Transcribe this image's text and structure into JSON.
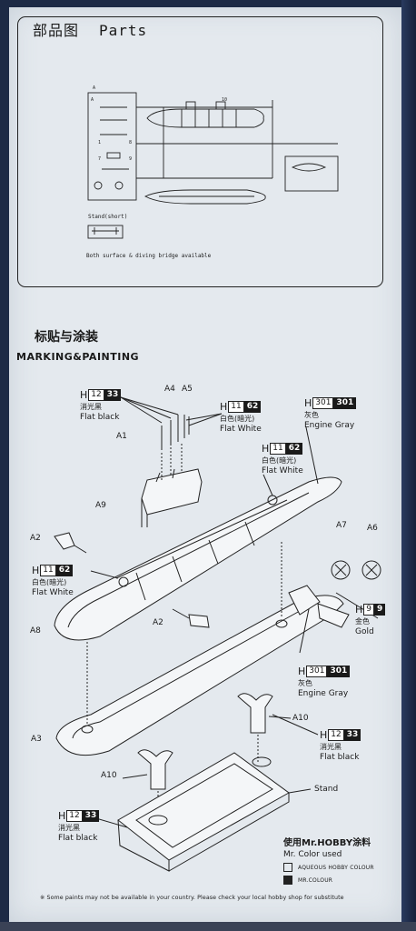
{
  "parts": {
    "title_cn": "部品图",
    "title_en": "Parts",
    "stand_label": "Stand(short)",
    "note": "Both surface & diving bridge available"
  },
  "marking": {
    "title_cn": "标贴与涂装",
    "title_en": "MARKING&PAINTING"
  },
  "part_labels": {
    "a1": "A1",
    "a2_top": "A2",
    "a2_bottom": "A2",
    "a3": "A3",
    "a4": "A4",
    "a5": "A5",
    "a6": "A6",
    "a7": "A7",
    "a8": "A8",
    "a9": "A9",
    "a10_right": "A10",
    "a10_left": "A10",
    "stand": "Stand"
  },
  "callouts": {
    "flat_black_top": {
      "h": "H",
      "n1": "12",
      "n2": "33",
      "cn": "消光黑",
      "en": "Flat black"
    },
    "flat_white_top": {
      "h": "H",
      "n1": "11",
      "n2": "62",
      "cn": "白色(暗光)",
      "en": "Flat White"
    },
    "engine_gray_top": {
      "h": "H",
      "n1": "301",
      "n2": "301",
      "cn": "灰色",
      "en": "Engine Gray"
    },
    "flat_white_mid": {
      "h": "H",
      "n1": "11",
      "n2": "62",
      "cn": "白色(暗光)",
      "en": "Flat White"
    },
    "flat_white_left": {
      "h": "H",
      "n1": "11",
      "n2": "62",
      "cn": "白色(暗光)",
      "en": "Flat White"
    },
    "gold": {
      "h": "H",
      "n1": "9",
      "n2": "9",
      "cn": "金色",
      "en": "Gold"
    },
    "engine_gray_bottom": {
      "h": "H",
      "n1": "301",
      "n2": "301",
      "cn": "灰色",
      "en": "Engine Gray"
    },
    "flat_black_right": {
      "h": "H",
      "n1": "12",
      "n2": "33",
      "cn": "消光黑",
      "en": "Flat black"
    },
    "flat_black_left": {
      "h": "H",
      "n1": "12",
      "n2": "33",
      "cn": "消光黑",
      "en": "Flat black"
    }
  },
  "legend": {
    "title_cn": "使用Mr.HOBBY涂料",
    "title_en": "Mr. Color used",
    "aqueous": "AQUEOUS HOBBY COLOUR",
    "mr_colour": "MR.COLOUR"
  },
  "footer": "※ Some paints may not be available in your country. Please check your local hobby shop for substitute"
}
